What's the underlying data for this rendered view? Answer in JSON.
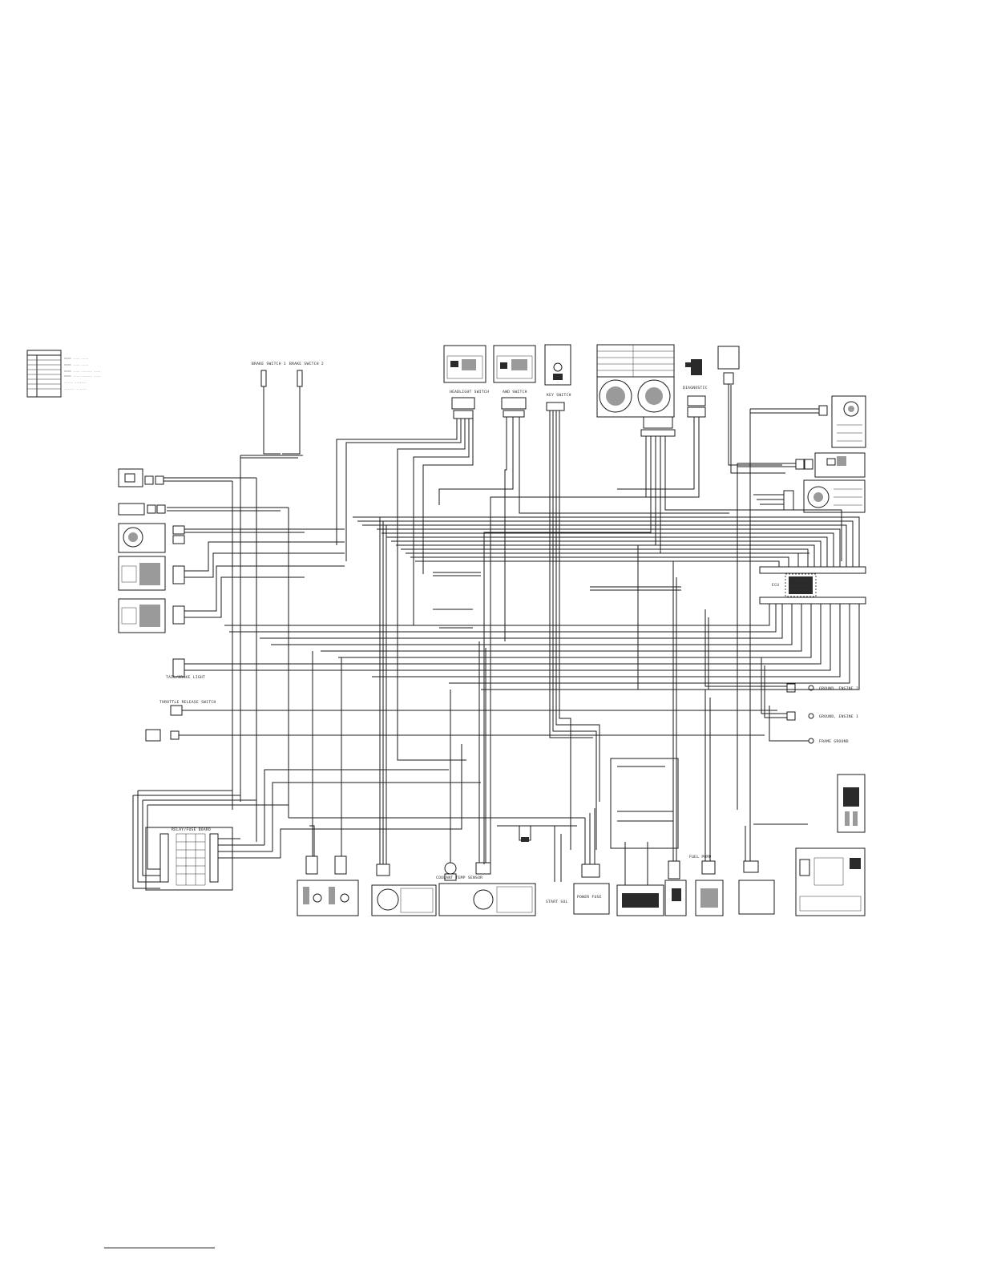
{
  "diagram": {
    "labels": {
      "brake_switch_1": "BRAKE SWITCH 1",
      "brake_switch_2": "BRAKE SWITCH 2",
      "headlight_switch": "HEADLIGHT SWITCH",
      "awd_switch": "AWD SWITCH",
      "key_switch": "KEY SWITCH",
      "diagnostic": "DIAGNOSTIC",
      "tail_brake_light": "TAIL/BRAKE LIGHT",
      "throttle_release_switch": "THROTTLE RELEASE SWITCH",
      "relay_fuse_board": "RELAY/FUSE BOARD",
      "ecu": "ECU",
      "ground_engine_2": "GROUND, ENGINE 2",
      "ground_engine_1": "GROUND, ENGINE 1",
      "frame_ground": "FRAME GROUND",
      "coolant_temp_sensor": "COOLANT TEMP SENSOR",
      "power_fuse": "POWER FUSE",
      "start_sol": "START SOL",
      "fuel_pump": "FUEL PUMP"
    }
  }
}
